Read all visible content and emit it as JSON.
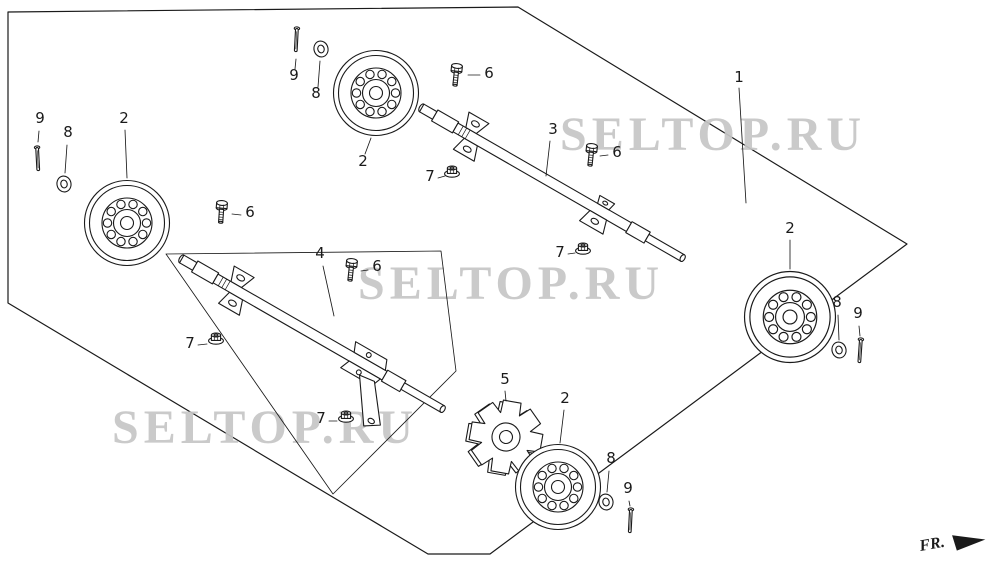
{
  "diagram": {
    "watermark": {
      "text": "SELTOP.RU",
      "color": "#c6c6c6"
    },
    "direction_indicator": {
      "label": "FR."
    },
    "part_numbers": {
      "n1": "1",
      "n2": "2",
      "n3": "3",
      "n4": "4",
      "n5": "5",
      "n6": "6",
      "n7": "7",
      "n8": "8",
      "n9": "9"
    },
    "colors": {
      "background": "#ffffff",
      "line": "#1a1a1a"
    }
  }
}
